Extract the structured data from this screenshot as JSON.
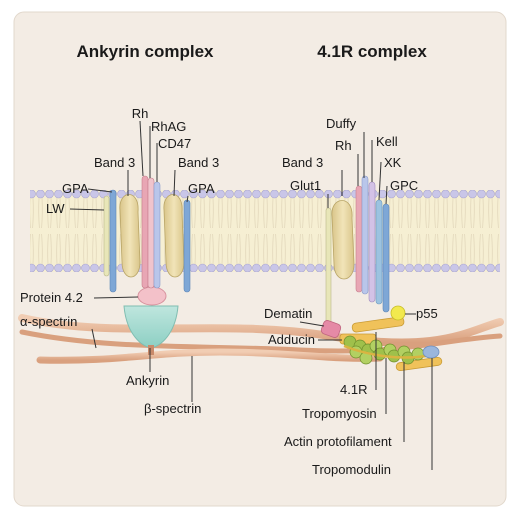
{
  "titles": {
    "ankyrin_complex": "Ankyrin complex",
    "r41_complex": "4.1R complex"
  },
  "labels": {
    "left": {
      "rh": "Rh",
      "rhag": "RhAG",
      "cd47": "CD47",
      "band3_a": "Band 3",
      "band3_b": "Band 3",
      "gpa_a": "GPA",
      "gpa_b": "GPA",
      "lw": "LW",
      "protein42": "Protein 4.2",
      "alpha_spectrin": "α-spectrin",
      "ankyrin": "Ankyrin",
      "beta_spectrin": "β-spectrin"
    },
    "right": {
      "duffy": "Duffy",
      "kell": "Kell",
      "band3": "Band 3",
      "rh": "Rh",
      "xk": "XK",
      "glut1": "Glut1",
      "gpc": "GPC",
      "dematin": "Dematin",
      "p55": "p55",
      "adducin": "Adducin",
      "r41": "4.1R",
      "tropomyosin": "Tropomyosin",
      "actin_protofilament": "Actin protofilament",
      "tropomodulin": "Tropomodulin"
    }
  },
  "colors": {
    "background_panel": "#f3ece4",
    "membrane_head": "#c9c6e8",
    "membrane_tail": "#f5eecf",
    "band3": "#e6d7a3",
    "gpa": "#7ea7d6",
    "rh": "#e8a6b4",
    "ankyrin": "#a9dcd4",
    "protein42": "#f3c1c9",
    "spectrin": "#e8b99a",
    "actin": "#9fc04b",
    "adducin": "#f0c25a",
    "p55": "#f2e94e",
    "dematin": "#e58aa6",
    "tropomodulin": "#9ab6dd"
  }
}
